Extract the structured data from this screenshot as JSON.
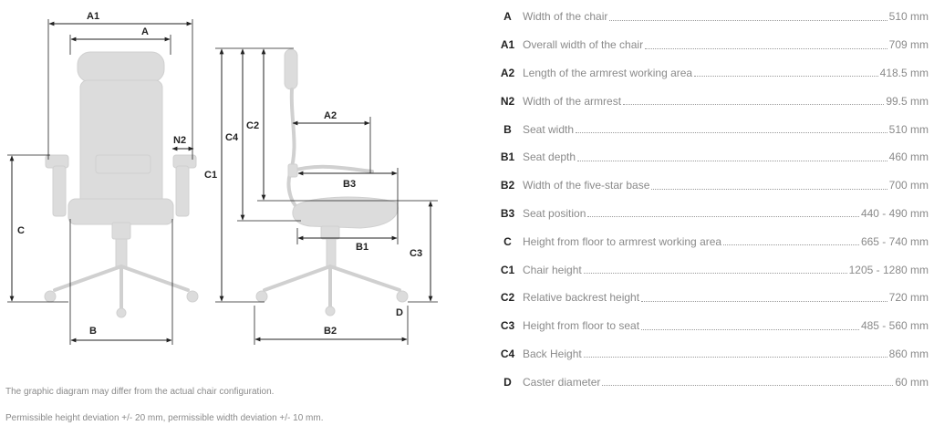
{
  "diagram": {
    "labels": {
      "a1": "A1",
      "a": "A",
      "n2": "N2",
      "c": "C",
      "b": "B",
      "c4": "C4",
      "c2": "C2",
      "c1": "C1",
      "a2": "A2",
      "b3": "B3",
      "b1": "B1",
      "c3": "C3",
      "d": "D",
      "b2": "B2"
    }
  },
  "specs": [
    {
      "code": "A",
      "label": "Width of the chair",
      "value": "510 mm"
    },
    {
      "code": "A1",
      "label": "Overall width of the chair",
      "value": "709 mm"
    },
    {
      "code": "A2",
      "label": "Length of the armrest working area",
      "value": "418.5 mm"
    },
    {
      "code": "N2",
      "label": "Width of the armrest",
      "value": "99.5 mm"
    },
    {
      "code": "B",
      "label": "Seat width",
      "value": "510 mm"
    },
    {
      "code": "B1",
      "label": "Seat depth",
      "value": "460 mm"
    },
    {
      "code": "B2",
      "label": "Width of the five-star base",
      "value": "700 mm"
    },
    {
      "code": "B3",
      "label": "Seat position",
      "value": "440 - 490 mm"
    },
    {
      "code": "C",
      "label": "Height from floor to armrest working area",
      "value": "665 - 740 mm"
    },
    {
      "code": "C1",
      "label": "Chair height",
      "value": "1205 - 1280 mm"
    },
    {
      "code": "C2",
      "label": "Relative backrest height",
      "value": "720 mm"
    },
    {
      "code": "C3",
      "label": "Height from floor to seat",
      "value": "485 - 560 mm"
    },
    {
      "code": "C4",
      "label": "Back Height",
      "value": "860 mm"
    },
    {
      "code": "D",
      "label": "Caster diameter",
      "value": "60 mm"
    }
  ],
  "notes": {
    "configuration": "The graphic diagram may differ from the actual chair configuration.",
    "deviation": "Permissible height deviation +/- 20 mm, permissible width deviation +/- 10 mm."
  }
}
